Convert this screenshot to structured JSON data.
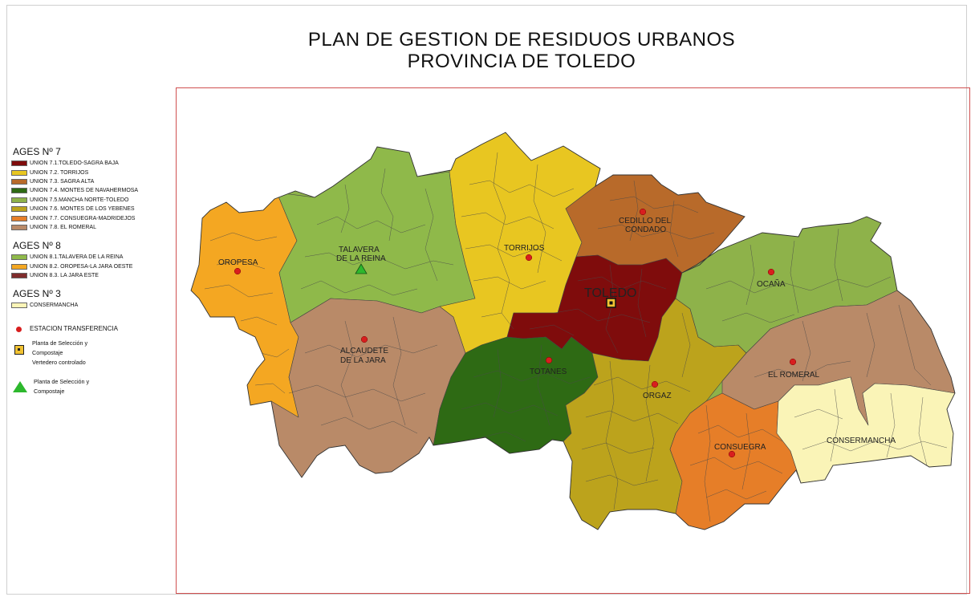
{
  "title": {
    "line1": "PLAN DE GESTION  DE RESIDUOS URBANOS",
    "line2": "PROVINCIA DE TOLEDO"
  },
  "colors": {
    "u71": "#7f0c0c",
    "u72": "#e8c621",
    "u73": "#b86a2a",
    "u74": "#2e6a14",
    "u75": "#8eb24a",
    "u76": "#bca31c",
    "u77": "#e67e28",
    "u78": "#b98a68",
    "u81": "#8fb94a",
    "u82": "#f4a722",
    "u83": "#7f2c2c",
    "conser": "#faf4b7",
    "station": "#d81e1e",
    "plant": "#f1c232",
    "landfill_tri": "#2db82d",
    "frame": "#d05050"
  },
  "legend": {
    "ages7": {
      "title": "AGES Nº 7",
      "items": [
        {
          "label": "UNION 7.1.TOLEDO-SAGRA BAJA",
          "color": "#7f0c0c"
        },
        {
          "label": "UNION 7.2. TORRIJOS",
          "color": "#e8c621"
        },
        {
          "label": "UNION 7.3. SAGRA ALTA",
          "color": "#b86a2a"
        },
        {
          "label": "UNION 7.4. MONTES DE NAVAHERMOSA",
          "color": "#2e6a14"
        },
        {
          "label": "UNION 7.5.MANCHA NORTE-TOLEDO",
          "color": "#8eb24a"
        },
        {
          "label": "UNION 7.6. MONTES DE LOS YEBENES",
          "color": "#bca31c"
        },
        {
          "label": "UNION 7.7. CONSUEGRA-MADRIDEJOS",
          "color": "#e67e28"
        },
        {
          "label": "UNION 7.8. EL ROMERAL",
          "color": "#b98a68"
        }
      ]
    },
    "ages8": {
      "title": "AGES Nº 8",
      "items": [
        {
          "label": "UNION 8.1.TALAVERA DE LA REINA",
          "color": "#8fb94a"
        },
        {
          "label": "UNION 8.2. OROPESA-LA JARA OESTE",
          "color": "#f4a722"
        },
        {
          "label": "UNION 8.3. LA JARA ESTE",
          "color": "#7f2c2c"
        }
      ]
    },
    "ages3": {
      "title": "AGES Nº 3",
      "items": [
        {
          "label": "CONSERMANCHA",
          "color": "#faf4b7"
        }
      ]
    },
    "station": "ESTACION TRANSFERENCIA",
    "plant_line1": "Planta de Selección y",
    "plant_line2": "Compostaje",
    "plant_line3": "Vertedero controlado",
    "plant2_line1": "Planta de Selección y",
    "plant2_line2": "Compostaje"
  },
  "map_labels": {
    "oropesa": "OROPESA",
    "talavera1": "TALAVERA",
    "talavera2": "DE LA REINA",
    "torrijos": "TORRIJOS",
    "cedillo1": "CEDILLO DEL",
    "cedillo2": "CONDADO",
    "toledo": "TOLEDO",
    "ocana": "OCAÑA",
    "alcaudete1": "ALCAUDETE",
    "alcaudete2": "DE LA JARA",
    "totanes": "TOTANES",
    "orgaz": "ORGAZ",
    "romeral": "EL ROMERAL",
    "consuegra": "CONSUEGRA",
    "consermancha": "CONSERMANCHA"
  }
}
